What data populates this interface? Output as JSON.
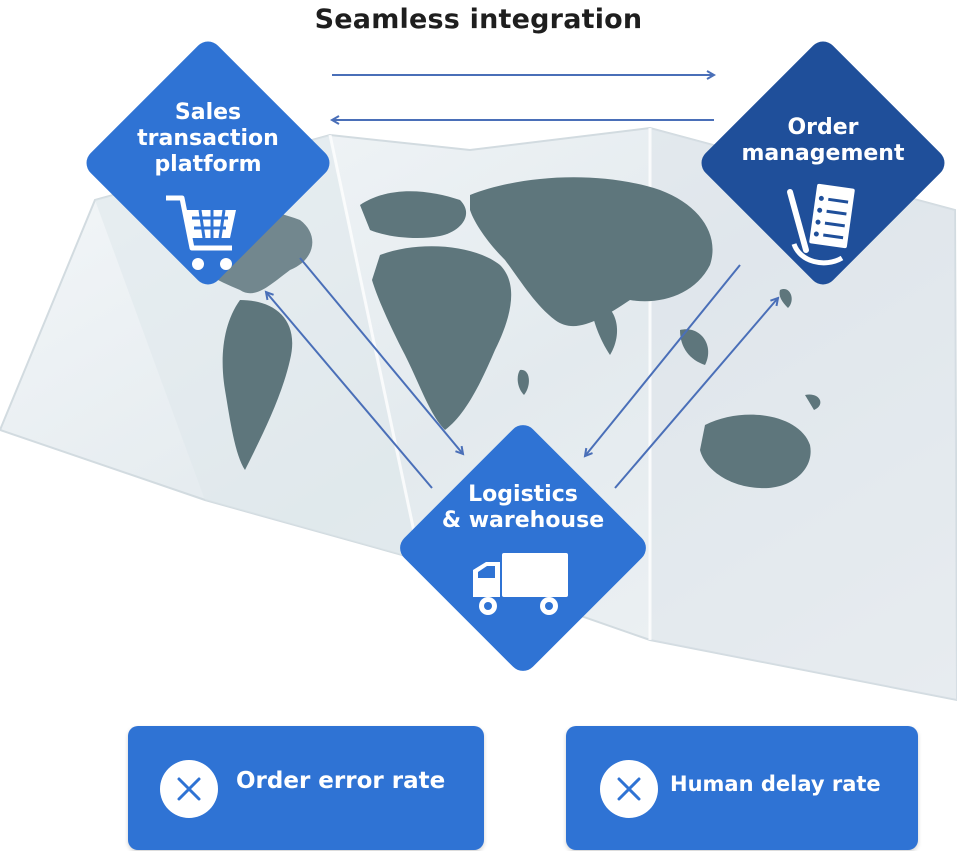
{
  "title": "Seamless integration",
  "nodes": {
    "sales": {
      "line1": "Sales",
      "line2": "transaction",
      "line3": "platform",
      "icon": "shopping-cart-icon"
    },
    "order": {
      "line1": "Order",
      "line2": "management",
      "icon": "checklist-document-icon"
    },
    "logistics": {
      "line1": "Logistics",
      "line2": "& warehouse",
      "icon": "delivery-truck-icon"
    }
  },
  "badges": [
    {
      "label": "Order error rate",
      "icon": "close-circle-icon"
    },
    {
      "label": "Human delay rate",
      "icon": "close-circle-icon"
    }
  ],
  "colors": {
    "node_blue": "#2f73d4",
    "node_dark": "#1f4f9a",
    "arrow": "#4a6fb8",
    "map_land": "#5e767c",
    "map_bg": "#e8eef1"
  }
}
